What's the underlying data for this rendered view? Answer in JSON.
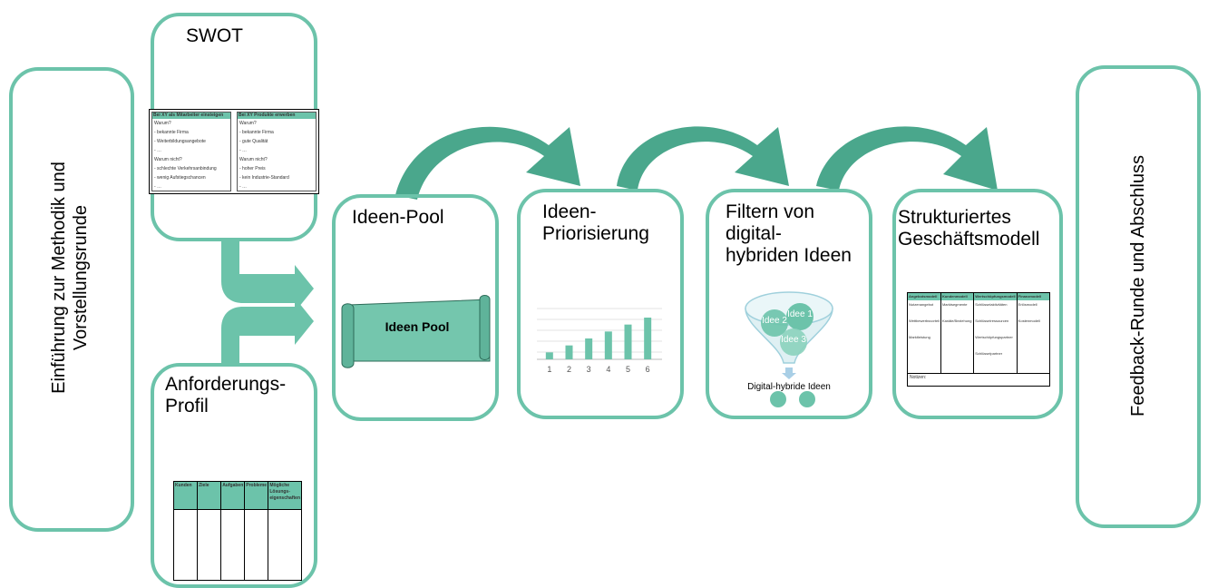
{
  "colors": {
    "accent": "#6cc3aa",
    "accent_dark": "#4aa78c",
    "pool_fill": "#74c6ad",
    "dark_green": "#3f8f76"
  },
  "left_box": {
    "line1": "Einführung zur Methodik und",
    "line2": "Vorstellungsrunde"
  },
  "swot": {
    "title": "SWOT",
    "left_col": {
      "header": "Bei XY als Mitarbeiter einsteigen",
      "lines": [
        "Warum?",
        "- bekannte Firma",
        "- Weiterbildungsangebote",
        "- …",
        "Warum nicht?",
        "- schlechte Verkehrsanbindung",
        "- wenig Aufstiegschancen",
        "- …"
      ]
    },
    "right_col": {
      "header": "Bei XY Produkte erwerben",
      "lines": [
        "Warum?",
        "- bekannte Firma",
        "- gute Qualität",
        "- …",
        "Warum nicht?",
        "- hoher Preis",
        "- kein Industrie-Standard",
        "- …"
      ]
    }
  },
  "anforderung": {
    "title_line1": "Anforderungs-",
    "title_line2": "Profil",
    "columns": [
      "Kunden",
      "Ziele",
      "Aufgaben",
      "Probleme",
      "Mögliche Lösungs-eigenschaften"
    ]
  },
  "ideen_pool": {
    "title": "Ideen-Pool",
    "scroll_label": "Ideen Pool"
  },
  "priorisierung": {
    "title_line1": "Ideen-",
    "title_line2": "Priorisierung",
    "chart_data": {
      "type": "bar",
      "categories": [
        "1",
        "2",
        "3",
        "4",
        "5",
        "6"
      ],
      "values": [
        1,
        2,
        3,
        4,
        5,
        6
      ]
    }
  },
  "filtern": {
    "title_lines": [
      "Filtern von",
      "digital-",
      "hybriden Ideen"
    ],
    "bubbles": [
      "Idee 2",
      "Idee 1",
      "Idee 3"
    ],
    "output_label": "Digital-hybride Ideen"
  },
  "geschaeftsmodell": {
    "title_line1": "Strukturiertes",
    "title_line2": "Geschäftsmodell",
    "columns": [
      "Angebotsmodell",
      "Kundenmodell",
      "Wertschöpfungsmodell",
      "Finanzmodell"
    ],
    "col_items": [
      [
        "Nutzenangebot",
        "Wettbewerbsvorteil",
        "Marktleistung"
      ],
      [
        "Marktsegmente",
        "Kanäle/Beziehung"
      ],
      [
        "Schlüsselaktivitäten",
        "Schlüsselressourcen",
        "Wertschöpfungspartner",
        "Schlüsselpartner"
      ],
      [
        "Erlösmodell",
        "Kostenmodell"
      ]
    ],
    "footer": "Notizen:"
  },
  "right_box": {
    "label": "Feedback-Runde und Abschluss"
  }
}
